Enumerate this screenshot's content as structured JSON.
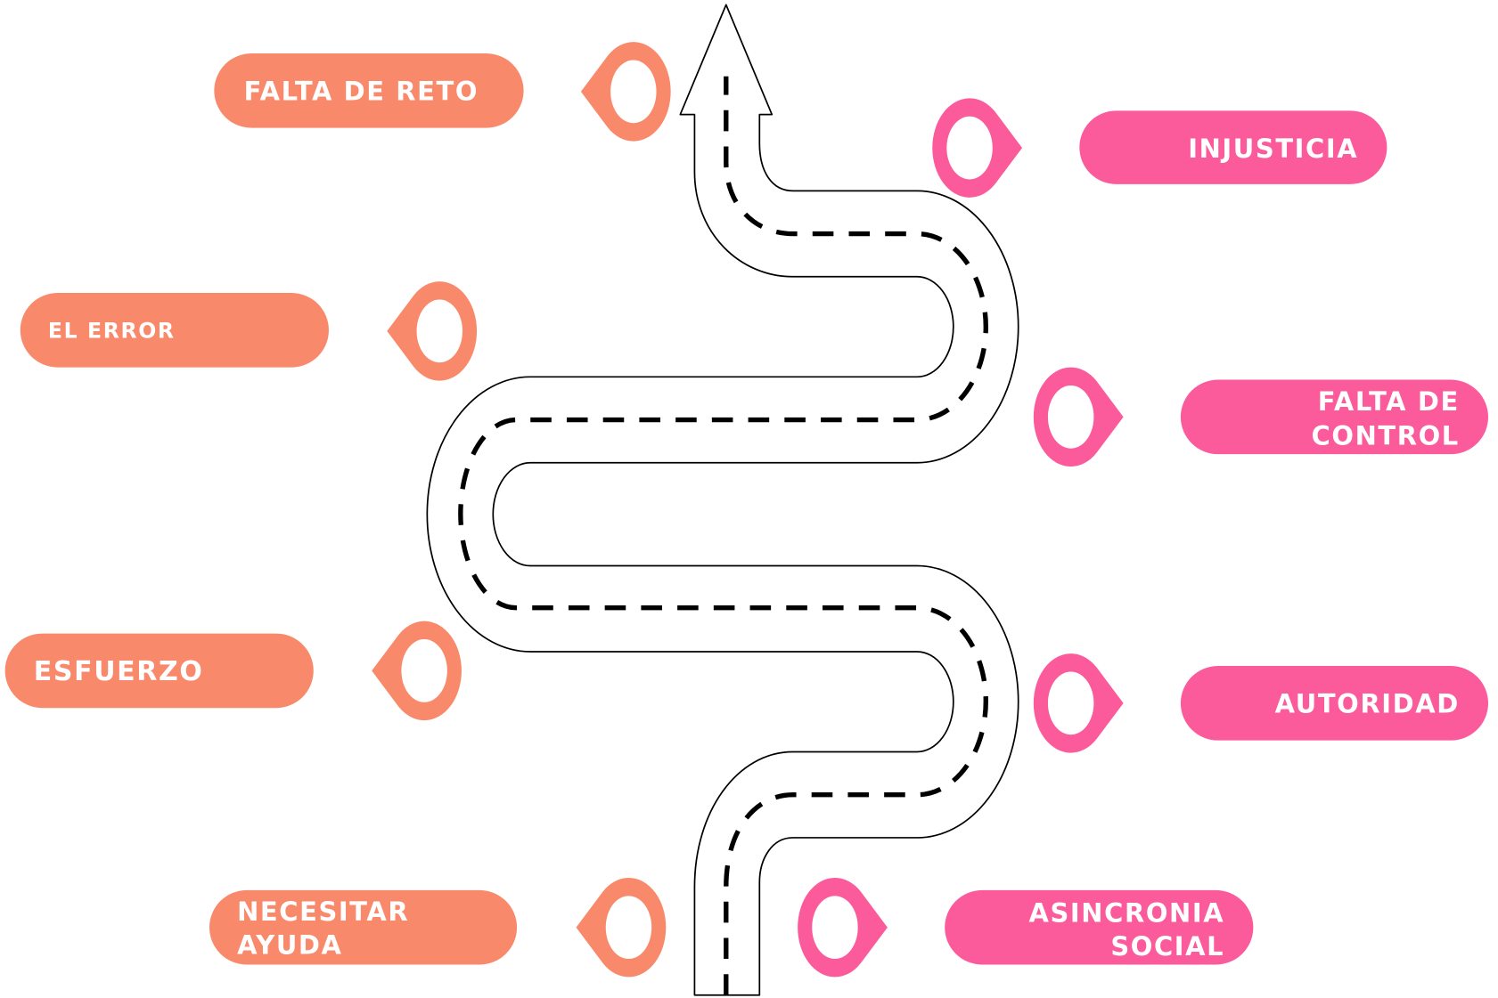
{
  "colors": {
    "left": "#F9896B",
    "right": "#FB5A9B"
  },
  "illustration": {
    "road_icon": "winding-road-arrow-icon",
    "pin_icon": "location-pin-icon"
  },
  "left_labels": [
    {
      "lines": [
        "FALTA DE RETO"
      ]
    },
    {
      "lines": [
        "EL ERROR"
      ]
    },
    {
      "lines": [
        "ESFUERZO"
      ]
    },
    {
      "lines": [
        "NECESITAR",
        "AYUDA"
      ]
    }
  ],
  "right_labels": [
    {
      "lines": [
        "INJUSTICIA"
      ]
    },
    {
      "lines": [
        "FALTA DE",
        "CONTROL"
      ]
    },
    {
      "lines": [
        "AUTORIDAD"
      ]
    },
    {
      "lines": [
        "ASINCRONIA",
        "SOCIAL"
      ]
    }
  ]
}
